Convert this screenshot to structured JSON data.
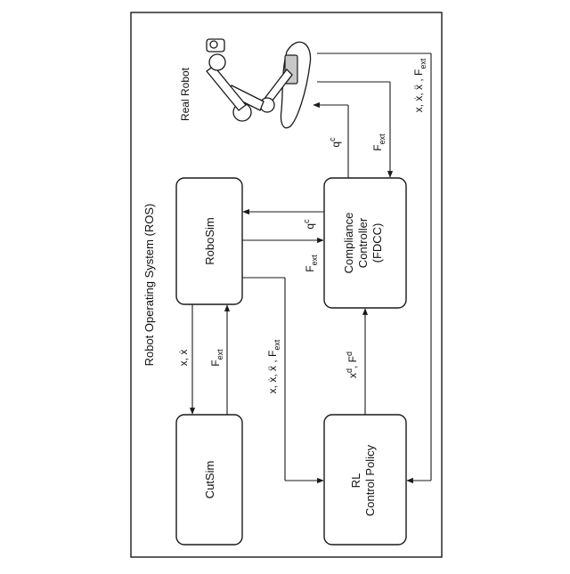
{
  "frame": {
    "title": "Robot Operating System (ROS)"
  },
  "robot": {
    "label": "Real Robot"
  },
  "blocks": {
    "robosim": {
      "label": "RoboSim"
    },
    "cutsim": {
      "label": "CutSim"
    },
    "compliance": {
      "line1": "Compliance",
      "line2": "Controller",
      "line3": "(FDCC)"
    },
    "rl": {
      "line1": "RL",
      "line2": "Control Policy"
    }
  },
  "signals": {
    "x_xdot": "x, ẋ",
    "f_ext": "F",
    "f_ext_sub": "ext",
    "q": "q",
    "q_sup": "c",
    "x_derivs_prefix": "x, ẋ, ẍ , F",
    "x_derivs_sub": "ext",
    "xd": "x",
    "xd_sup": "d",
    "xd_sep": ", F",
    "fd_sup": "d"
  }
}
